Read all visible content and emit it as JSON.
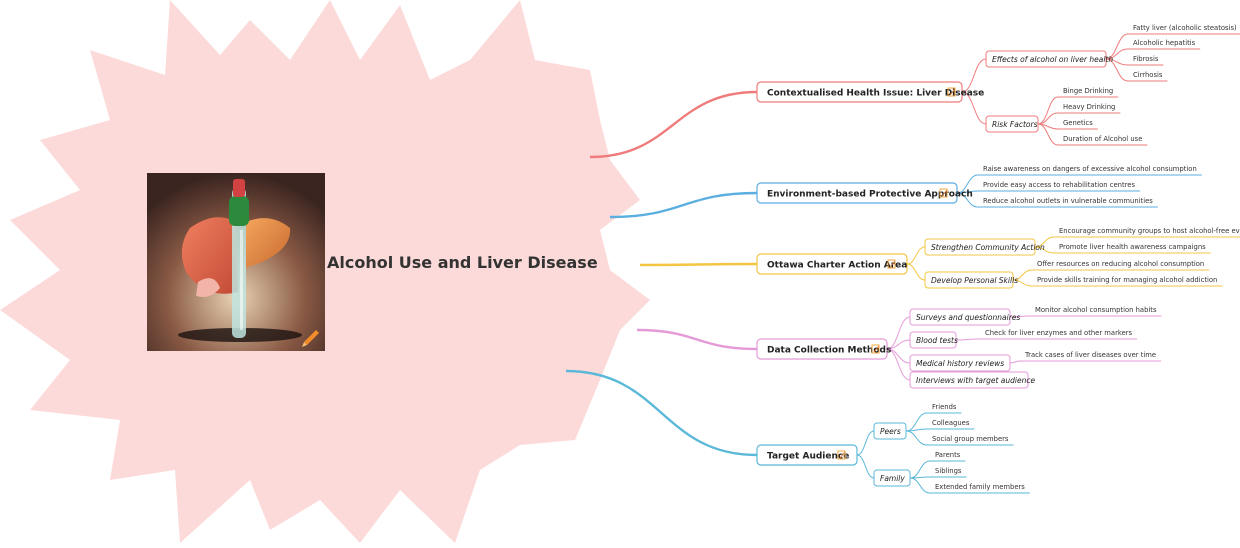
{
  "central": {
    "title": "Alcohol Use and Liver Disease"
  },
  "branches": [
    {
      "label": "Contextualised Health Issue: Liver Disease",
      "color": "#ef7b7b",
      "icon": "note-icon",
      "children": [
        {
          "label": "Effects of alcohol on liver health",
          "children": [
            "Fatty liver (alcoholic steatosis)",
            "Alcoholic hepatitis",
            "Fibrosis",
            "Cirrhosis"
          ]
        },
        {
          "label": "Risk Factors",
          "children": [
            "Binge Drinking",
            "Heavy Drinking",
            "Genetics",
            "Duration of Alcohol use"
          ]
        }
      ]
    },
    {
      "label": "Environment-based Protective Approach",
      "color": "#5aaee0",
      "icon": "note-icon",
      "leaves": [
        "Raise awareness on dangers of excessive alcohol consumption",
        "Provide easy access to rehabilitation centres",
        "Reduce alcohol outlets in vulnerable communities"
      ]
    },
    {
      "label": "Ottawa Charter Action Area",
      "color": "#f4c542",
      "icon": "note-icon",
      "children": [
        {
          "label": "Strengthen Community Action",
          "children": [
            "Encourage community groups to host alcohol-free events",
            "Promote liver health awareness campaigns"
          ]
        },
        {
          "label": "Develop Personal Skills",
          "children": [
            "Offer resources on reducing alcohol consumption",
            "Provide skills training for managing alcohol addiction"
          ]
        }
      ]
    },
    {
      "label": "Data Collection Methods",
      "color": "#e59ad8",
      "icon": "note-icon",
      "children": [
        {
          "label": "Surveys and questionnaires",
          "children": [
            "Monitor alcohol consumption habits"
          ]
        },
        {
          "label": "Blood tests",
          "children": [
            "Check for liver enzymes and other markers"
          ]
        },
        {
          "label": "Medical history reviews",
          "children": [
            "Track cases of liver diseases over time"
          ]
        },
        {
          "label": "Interviews with target audience",
          "children": []
        }
      ]
    },
    {
      "label": "Target Audience",
      "color": "#5ab8d8",
      "icon": "note-icon",
      "children": [
        {
          "label": "Peers",
          "children": [
            "Friends",
            "Colleagues",
            "Social group members"
          ]
        },
        {
          "label": "Family",
          "children": [
            "Parents",
            "Siblings",
            "Extended family members"
          ]
        }
      ]
    }
  ],
  "colors": {
    "splash": "#fddada",
    "subnode_border": "#ef7b7b"
  }
}
